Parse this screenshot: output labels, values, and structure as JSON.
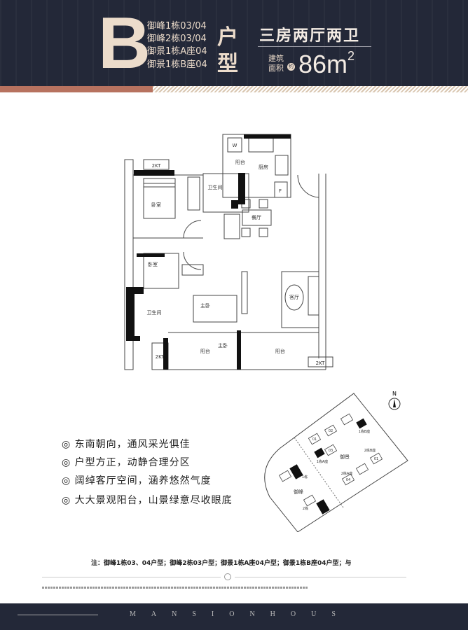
{
  "header": {
    "type_letter": "B",
    "buildings": [
      "御峰1栋03/04",
      "御峰2栋03/04",
      "御景1栋A座04",
      "御景1栋B座04"
    ],
    "huxing": [
      "户",
      "型"
    ],
    "layout_title": "三房两厅两卫",
    "area_label": [
      "建筑",
      "面积"
    ],
    "approx": "约",
    "area_value": "86m",
    "area_unit_sup": "2"
  },
  "floorplan": {
    "rooms": {
      "bedroom1": "卧室",
      "bedroom2": "卧室",
      "bath1": "卫生间",
      "bath2": "卫生间",
      "kitchen": "厨房",
      "kitchen_balcony": "阳台",
      "dining": "餐厅",
      "living": "客厅",
      "master": "主卧",
      "master_balcony_label": "主卧",
      "balcony_left": "阳台",
      "balcony_right": "阳台"
    },
    "ac_top": "2KT",
    "ac_bottom": "2KT",
    "ac_side": "2KT",
    "washer": "W",
    "fridge": "F"
  },
  "features": [
    "◎ 东南朝向，通风采光俱佳",
    "◎ 户型方正，动静合理分区",
    "◎ 阔绰客厅空间，涵养悠然气度",
    "◎ 大大景观阳台，山景绿意尽收眼底"
  ],
  "siteplan": {
    "north": "N",
    "zone_yujing": "御景",
    "zone_yufeng": "御峰",
    "labels": [
      "1栋A座",
      "1栋B座",
      "2栋A座",
      "2栋B座",
      "1栋",
      "2栋"
    ],
    "units": [
      "01",
      "02",
      "03",
      "04"
    ]
  },
  "note": "注：御峰1栋03、04户型；御峰2栋03户型；御景1栋A座04户型；御景1栋B座04户型；与",
  "footer": {
    "brand": "MANSIONHOUS"
  },
  "colors": {
    "header_bg": "#232838",
    "accent_brown": "#b7725f",
    "cream": "#ecdccb"
  }
}
